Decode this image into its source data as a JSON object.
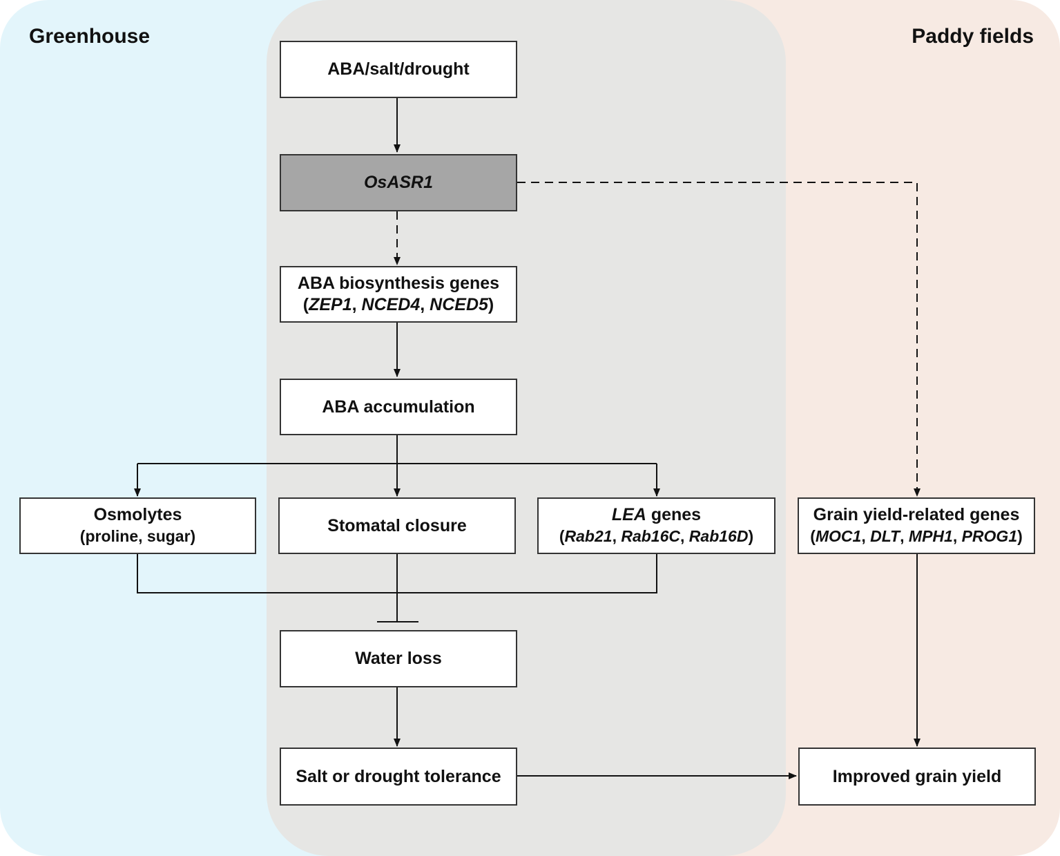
{
  "colors": {
    "greenhouse_bg": "#e3f5fb",
    "center_bg": "#e6e6e4",
    "paddy_bg": "#f7eae3",
    "box_border": "#333333",
    "highlight_box": "#a6a6a6"
  },
  "regions": {
    "greenhouse": "Greenhouse",
    "paddy": "Paddy fields"
  },
  "nodes": {
    "stress": {
      "label": "ABA/salt/drought"
    },
    "osasr1": {
      "label": "OsASR1"
    },
    "aba_bio": {
      "title": "ABA biosynthesis genes",
      "open": "(",
      "g1": "ZEP1",
      "g2": "NCED4",
      "g3": "NCED5",
      "close": ")",
      "sep": ", "
    },
    "aba_acc": {
      "label": "ABA accumulation"
    },
    "osmolytes": {
      "title": "Osmolytes",
      "sub": "(proline, sugar)"
    },
    "stomatal": {
      "label": "Stomatal closure"
    },
    "lea": {
      "title_italic": "LEA",
      "title_rest": " genes",
      "open": "(",
      "g1": "Rab21",
      "g2": "Rab16C",
      "g3": "Rab16D",
      "close": ")",
      "sep": ", "
    },
    "grain_genes": {
      "title": "Grain yield-related genes",
      "open": "(",
      "g1": "MOC1",
      "g2": "DLT",
      "g3": "MPH1",
      "g4": "PROG1",
      "close": ")",
      "sep": ", "
    },
    "water_loss": {
      "label": "Water loss"
    },
    "tolerance": {
      "label": "Salt or drought tolerance"
    },
    "yield": {
      "label": "Improved grain yield"
    }
  },
  "edges": [
    {
      "from": "stress",
      "to": "osasr1",
      "style": "solid",
      "type": "arrow"
    },
    {
      "from": "osasr1",
      "to": "aba_bio",
      "style": "dashed",
      "type": "arrow"
    },
    {
      "from": "osasr1",
      "to": "grain_genes",
      "style": "dashed",
      "type": "arrow"
    },
    {
      "from": "aba_bio",
      "to": "aba_acc",
      "style": "solid",
      "type": "arrow"
    },
    {
      "from": "aba_acc",
      "to": "osmolytes",
      "style": "solid",
      "type": "arrow"
    },
    {
      "from": "aba_acc",
      "to": "stomatal",
      "style": "solid",
      "type": "arrow"
    },
    {
      "from": "aba_acc",
      "to": "lea",
      "style": "solid",
      "type": "arrow"
    },
    {
      "from": "osmolytes",
      "to": "water_loss",
      "style": "solid",
      "type": "inhibition"
    },
    {
      "from": "stomatal",
      "to": "water_loss",
      "style": "solid",
      "type": "inhibition"
    },
    {
      "from": "lea",
      "to": "water_loss",
      "style": "solid",
      "type": "inhibition"
    },
    {
      "from": "water_loss",
      "to": "tolerance",
      "style": "solid",
      "type": "arrow"
    },
    {
      "from": "grain_genes",
      "to": "yield",
      "style": "solid",
      "type": "arrow"
    },
    {
      "from": "tolerance",
      "to": "yield",
      "style": "solid",
      "type": "arrow"
    }
  ]
}
